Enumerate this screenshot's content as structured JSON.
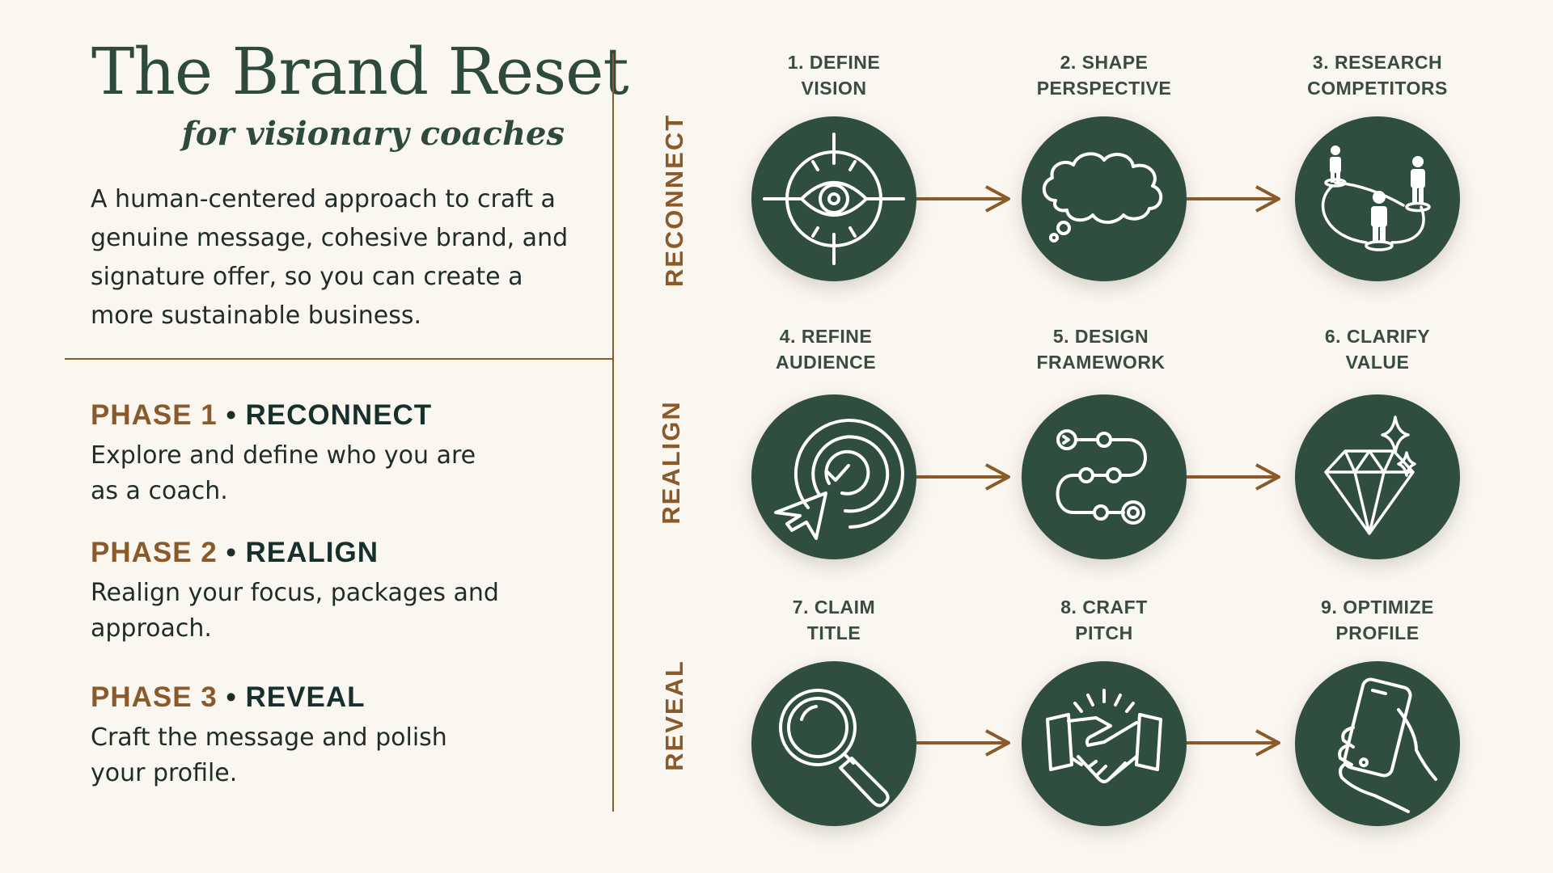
{
  "title": "The Brand Reset",
  "subtitle": "for visionary coaches",
  "intro": "A human-centered approach to craft a genuine message, cohesive brand, and signature offer, so you can create a more sustainable business.",
  "phases": [
    {
      "num": "PHASE 1",
      "dot": "•",
      "name": "RECONNECT",
      "desc": "Explore and define who you are as a coach."
    },
    {
      "num": "PHASE 2",
      "dot": "•",
      "name": "REALIGN",
      "desc": "Realign your focus, packages and approach."
    },
    {
      "num": "PHASE 3",
      "dot": "•",
      "name": "REVEAL",
      "desc": "Craft the message and polish your profile."
    }
  ],
  "rows": [
    {
      "label": "RECONNECT",
      "steps": [
        {
          "line1": "1. DEFINE",
          "line2": "VISION",
          "icon": "eye-target-icon"
        },
        {
          "line1": "2. SHAPE",
          "line2": "PERSPECTIVE",
          "icon": "thought-cloud-icon"
        },
        {
          "line1": "3. RESEARCH",
          "line2": "COMPETITORS",
          "icon": "people-network-icon"
        }
      ]
    },
    {
      "label": "REALIGN",
      "steps": [
        {
          "line1": "4. REFINE",
          "line2": "AUDIENCE",
          "icon": "bullseye-cursor-icon"
        },
        {
          "line1": "5. DESIGN",
          "line2": "FRAMEWORK",
          "icon": "process-path-icon"
        },
        {
          "line1": "6. CLARIFY",
          "line2": "VALUE",
          "icon": "diamond-sparkle-icon"
        }
      ]
    },
    {
      "label": "REVEAL",
      "steps": [
        {
          "line1": "7. CLAIM",
          "line2": "TITLE",
          "icon": "magnifier-icon"
        },
        {
          "line1": "8. CRAFT",
          "line2": "PITCH",
          "icon": "handshake-icon"
        },
        {
          "line1": "9. OPTIMIZE",
          "line2": "PROFILE",
          "icon": "phone-hand-icon"
        }
      ]
    }
  ],
  "colors": {
    "background": "#faf6f0",
    "circle": "#2f4e3f",
    "accent": "#8b5a2b",
    "title": "#2e4a3d",
    "text": "#1f2c2a"
  }
}
